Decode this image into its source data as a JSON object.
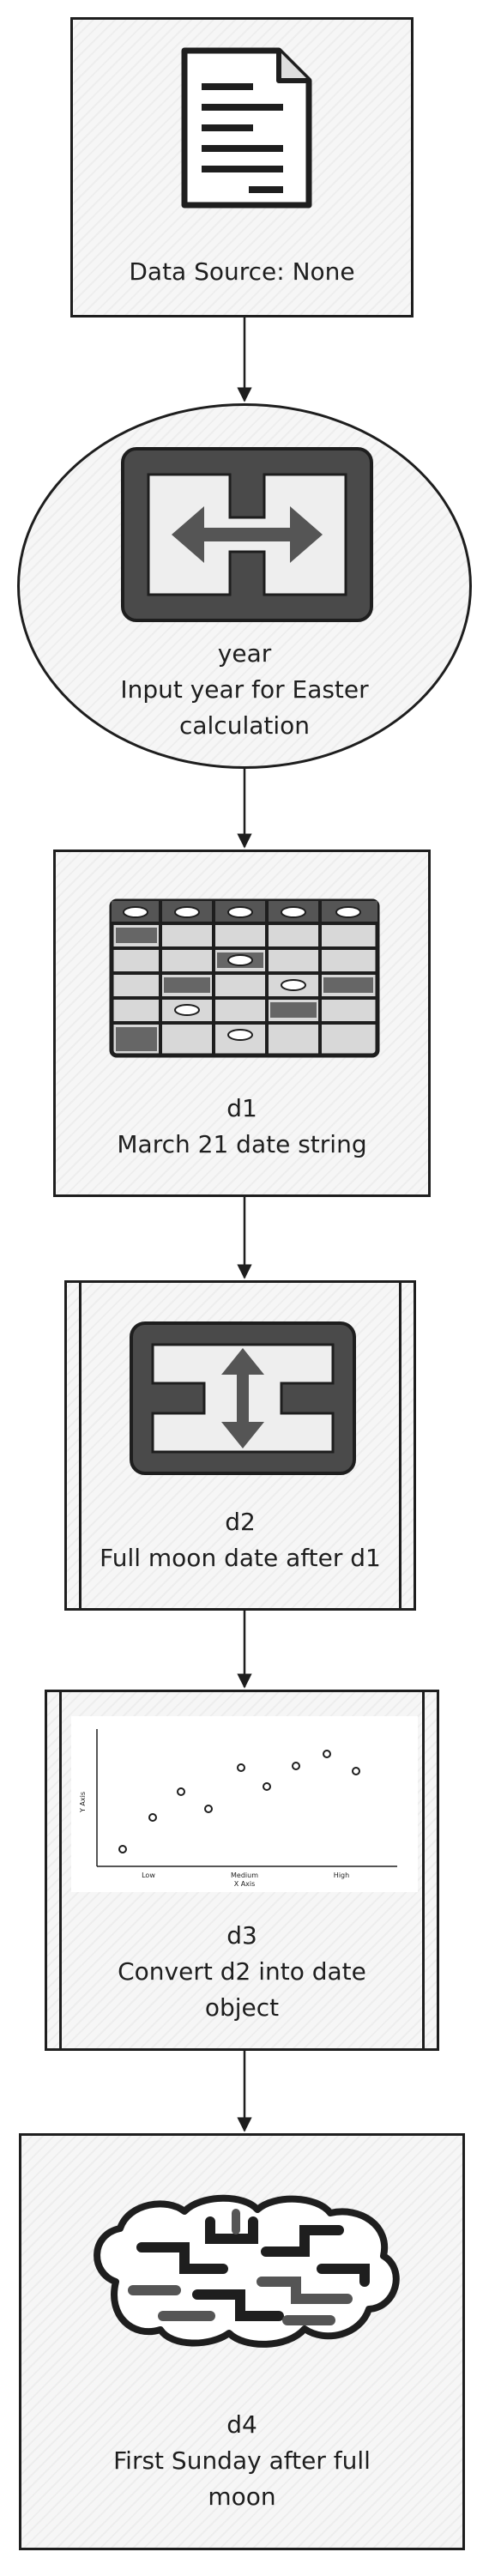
{
  "nodes": [
    {
      "id": "source",
      "name": "",
      "description": "Data Source: None",
      "icon": "document-icon"
    },
    {
      "id": "year",
      "name": "year",
      "description": "Input year for Easter calculation",
      "icon": "transfer-horizontal-icon"
    },
    {
      "id": "d1",
      "name": "d1",
      "description": "March 21 date string",
      "icon": "table-icon"
    },
    {
      "id": "d2",
      "name": "d2",
      "description": "Full moon date after d1",
      "icon": "transfer-vertical-icon"
    },
    {
      "id": "d3",
      "name": "d3",
      "description": "Convert d2 into date object",
      "icon": "scatter-chart-icon"
    },
    {
      "id": "d4",
      "name": "d4",
      "description": "First Sunday after full moon",
      "icon": "brain-icon"
    }
  ],
  "scatter_icon": {
    "y_axis_label": "Y Axis",
    "x_axis_label": "X Axis",
    "x_ticks": [
      "Low",
      "Medium",
      "High"
    ]
  },
  "edges": [
    {
      "from": "source",
      "to": "year"
    },
    {
      "from": "year",
      "to": "d1"
    },
    {
      "from": "d1",
      "to": "d2"
    },
    {
      "from": "d2",
      "to": "d3"
    },
    {
      "from": "d3",
      "to": "d4"
    }
  ]
}
